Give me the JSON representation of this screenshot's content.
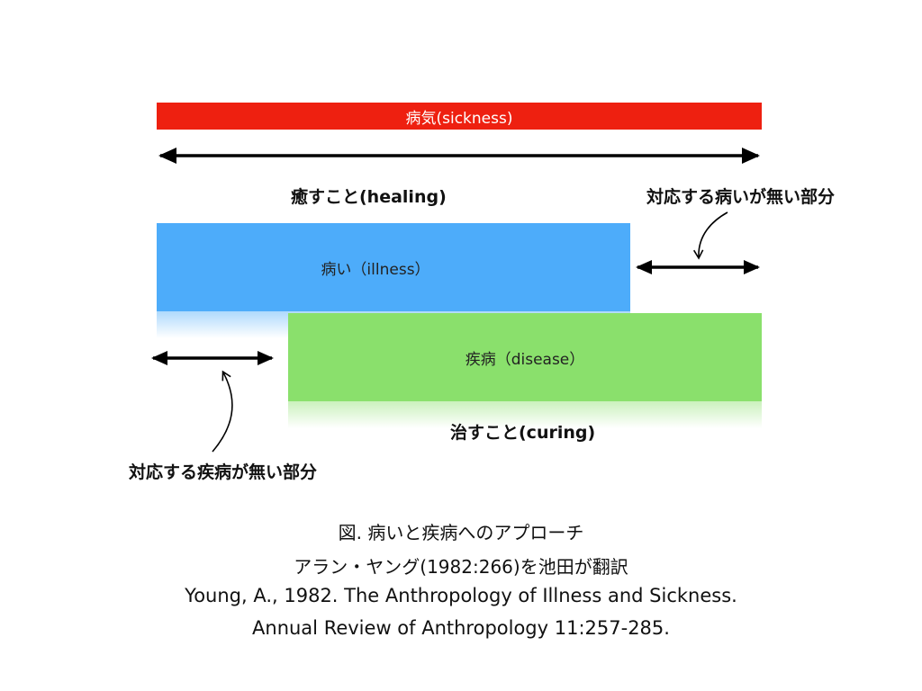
{
  "diagram": {
    "sickness_label": "病気(sickness)",
    "healing_label": "癒すこと(healing)",
    "illness_only_label": "対応する病いが無い部分",
    "illness_label": "病い（illness）",
    "disease_label": "疾病（disease）",
    "curing_label": "治すこと(curing)",
    "disease_only_label": "対応する疾病が無い部分"
  },
  "caption": {
    "line1": "図. 病いと疾病へのアプローチ",
    "line2": "アラン・ヤング(1982:266)を池田が翻訳",
    "line3": "Young, A., 1982. The Anthropology of Illness and Sickness.",
    "line4": "Annual Review of Anthropology 11:257-285."
  },
  "colors": {
    "sickness": "#ee2010",
    "illness": "#4dacfa",
    "disease": "#8ae06c",
    "arrow": "#000000"
  }
}
